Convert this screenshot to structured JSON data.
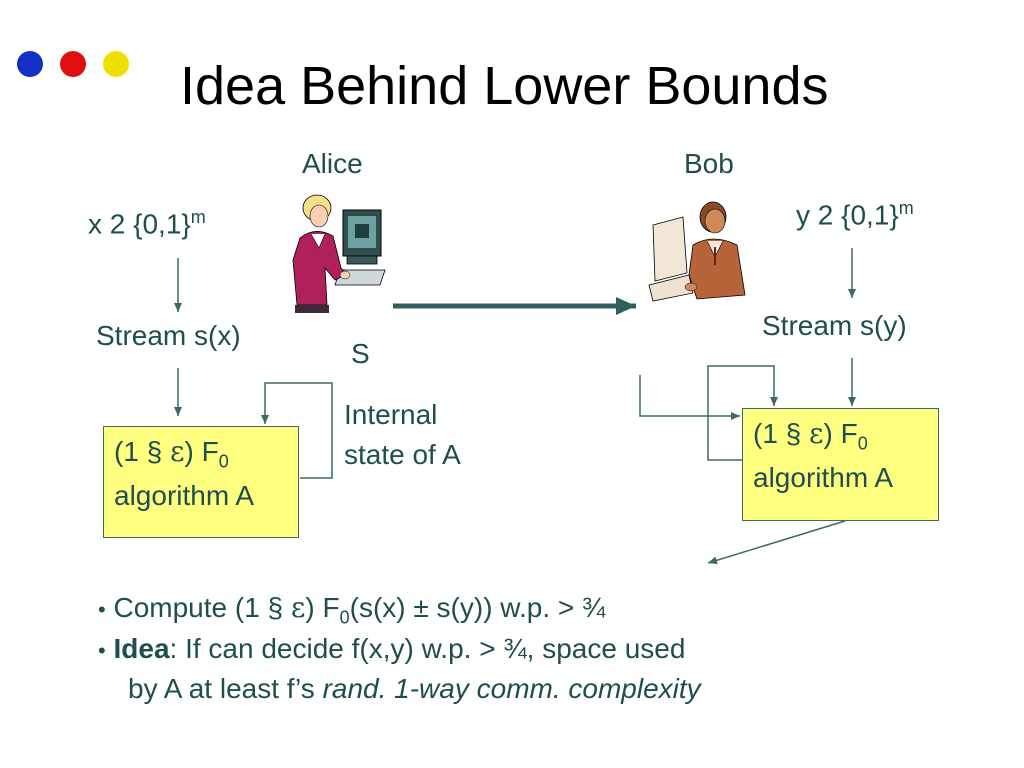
{
  "dots": [
    {
      "color": "#1030c8"
    },
    {
      "color": "#e01010"
    },
    {
      "color": "#f0e000"
    }
  ],
  "title": "Idea Behind Lower Bounds",
  "alice": {
    "name": "Alice",
    "input_prefix": "x 2 {0,1}",
    "input_sup": "m",
    "stream": "Stream s(x)",
    "box_line1_a": "(1 § ",
    "box_eps": "ε",
    "box_line1_b": ") F",
    "box_sub": "0",
    "box_line2": "algorithm A"
  },
  "bob": {
    "name": "Bob",
    "input_prefix": "y 2 {0,1}",
    "input_sup": "m",
    "stream": "Stream s(y)",
    "box_line1_a": "(1 § ",
    "box_eps": "ε",
    "box_line1_b": ") F",
    "box_sub": "0",
    "box_line2": "algorithm A"
  },
  "message_label": "S",
  "internal_state": [
    "Internal",
    "state of A"
  ],
  "bullets": {
    "b1": {
      "bullet": "•",
      "a": " Compute (1 § ",
      "eps": "ε",
      "b": ") F",
      "sub": "0",
      "c": "(s(x) ± s(y)) w.p. > ¾"
    },
    "b2": {
      "bullet": "•",
      "bold": "Idea",
      "rest": ": If can decide f(x,y) w.p. > ¾, space used"
    },
    "b3": {
      "plain": "by A at least f’s ",
      "italic": "rand. 1-way comm. complexity"
    }
  },
  "colors": {
    "text": "#1f4e4e",
    "box_fill": "#ffff80",
    "arrow": "#2f5f5f"
  }
}
